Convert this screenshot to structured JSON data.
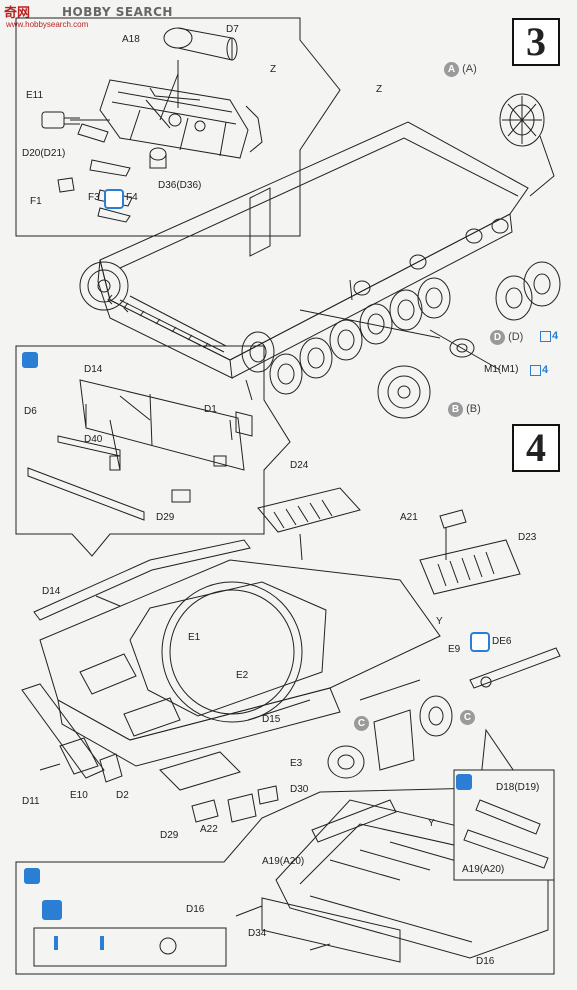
{
  "watermark": {
    "site_cn": "奇网",
    "site_en": "HOBBY SEARCH",
    "url": "www.hobbysearch.com"
  },
  "steps": {
    "step3": "3",
    "step4": "4"
  },
  "step3_labels": {
    "D7": "D7",
    "A18": "A18",
    "Z_inset": "Z",
    "E11": "E11",
    "D20": "D20(D21)",
    "F1": "F1",
    "F3": "F3",
    "F4": "F4",
    "D36": "D36(D36)",
    "Z_main": "Z",
    "A": "A",
    "A_paren": "(A)",
    "D": "D",
    "D_paren": "(D)",
    "D_qty": "4",
    "M1": "M1(M1)",
    "M1_qty": "4",
    "B": "B",
    "B_paren": "(B)"
  },
  "step4_labels": {
    "D14_inset": "D14",
    "D6": "D6",
    "D1": "D1",
    "D40": "D40",
    "D29_inset": "D29",
    "D24": "D24",
    "A21": "A21",
    "D23": "D23",
    "D14": "D14",
    "E1": "E1",
    "E2": "E2",
    "Y_main": "Y",
    "DE6": "DE6",
    "E9": "E9",
    "C1": "C",
    "C2": "C",
    "D15": "D15",
    "E3": "E3",
    "D30": "D30",
    "D11": "D11",
    "E10": "E10",
    "D2": "D2",
    "D29": "D29",
    "A22": "A22",
    "D18": "D18(D19)",
    "A19_right": "A19(A20)",
    "Y_lower": "Y",
    "A19_lower": "A19(A20)",
    "D16_inset": "D16",
    "D34": "D34",
    "D16": "D16"
  },
  "colors": {
    "line": "#222222",
    "blue": "#2a7fd4",
    "badge": "#9a9a9a",
    "watermark": "#b22222"
  }
}
